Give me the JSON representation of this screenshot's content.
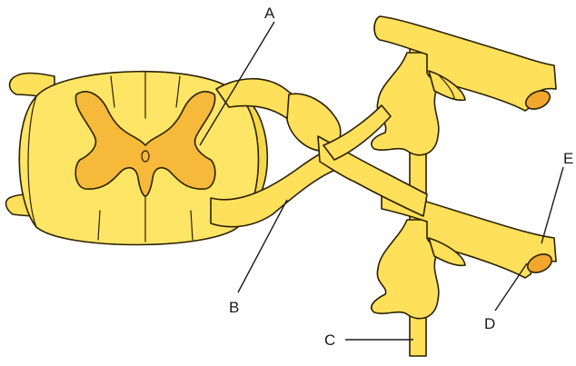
{
  "labels": {
    "a": "A",
    "b": "B",
    "c": "C",
    "d": "D",
    "e": "E"
  },
  "colors": {
    "white_matter": "#ffe566",
    "white_matter_side": "#f5d84a",
    "gray_matter": "#f6b93a",
    "nerve": "#ffe05a",
    "nerve_cut": "#f2a62c",
    "outline": "#2a2000"
  }
}
